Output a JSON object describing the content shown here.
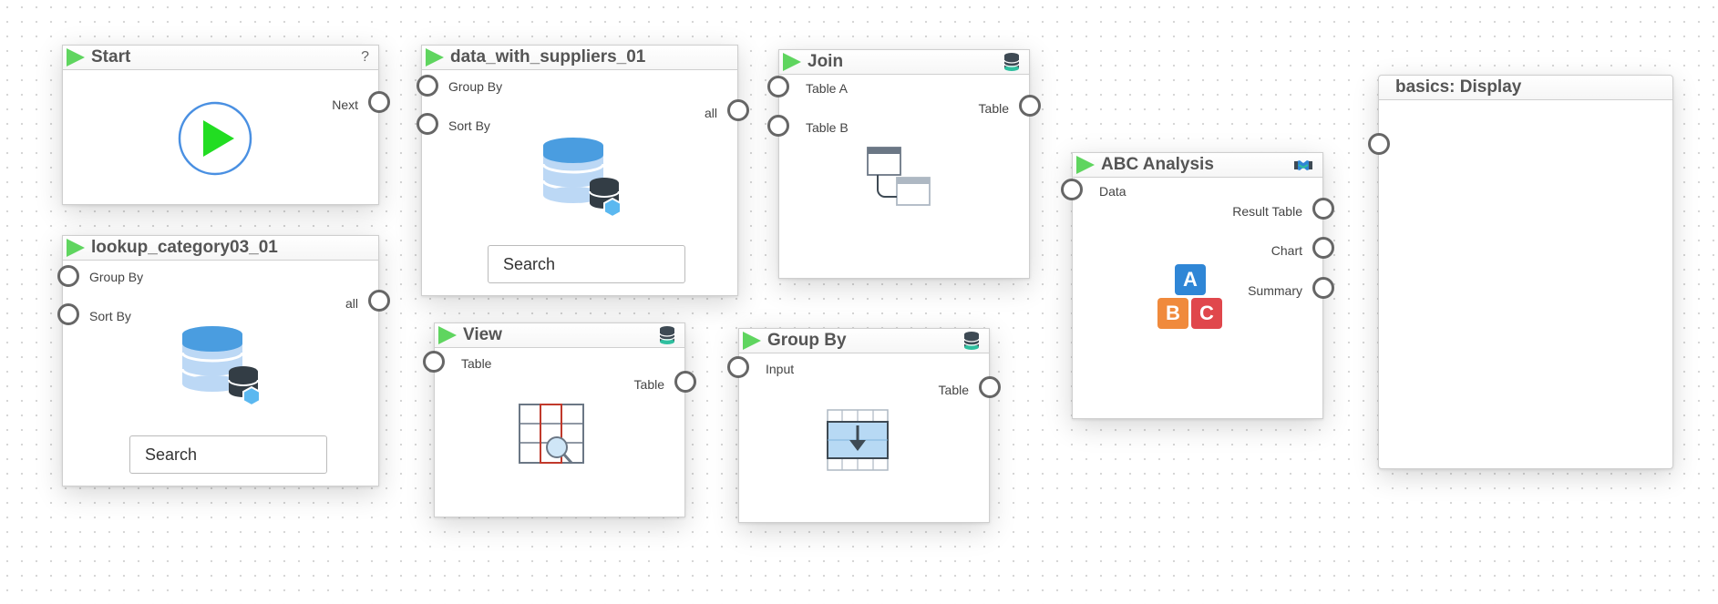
{
  "nodes": {
    "start": {
      "title": "Start",
      "help": "?",
      "outputs": [
        "Next"
      ]
    },
    "lookup": {
      "title": "lookup_category03_01",
      "inputs": [
        "Group By",
        "Sort By"
      ],
      "outputs": [
        "all"
      ],
      "search_placeholder": "Search"
    },
    "data_suppliers": {
      "title": "data_with_suppliers_01",
      "inputs": [
        "Group By",
        "Sort By"
      ],
      "outputs": [
        "all"
      ],
      "search_placeholder": "Search"
    },
    "view": {
      "title": "View",
      "inputs": [
        "Table"
      ],
      "outputs": [
        "Table"
      ]
    },
    "join": {
      "title": "Join",
      "inputs": [
        "Table A",
        "Table B"
      ],
      "outputs": [
        "Table"
      ]
    },
    "groupby": {
      "title": "Group By",
      "inputs": [
        "Input"
      ],
      "outputs": [
        "Table"
      ]
    },
    "abc": {
      "title": "ABC Analysis",
      "inputs": [
        "Data"
      ],
      "outputs": [
        "Result Table",
        "Chart",
        "Summary"
      ],
      "letters": [
        "A",
        "B",
        "C"
      ]
    },
    "display": {
      "title": "basics:  Display"
    }
  },
  "colors": {
    "play": "#5fd55f",
    "port_border": "#666666",
    "db_blue": "#4a9de0",
    "abc_a": "#2f86d6",
    "abc_b": "#f08a3c",
    "abc_c": "#e0474c"
  },
  "icons": {
    "start": "play-circle-icon",
    "database": "database-cube-icon",
    "view": "table-search-icon",
    "join": "join-tables-icon",
    "groupby": "group-table-icon",
    "abc": "abc-blocks-icon"
  }
}
